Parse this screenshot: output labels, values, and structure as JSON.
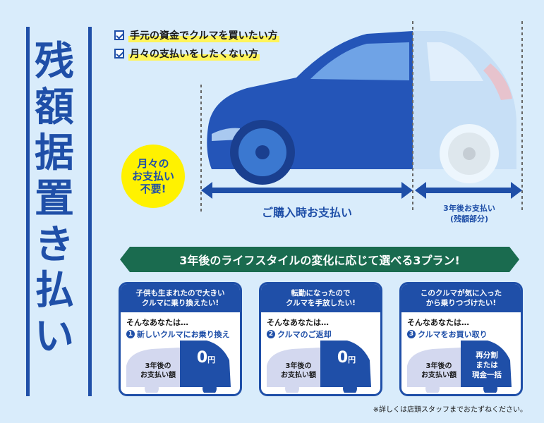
{
  "title": [
    "残",
    "額",
    "据",
    "置",
    "き",
    "払",
    "い"
  ],
  "checks": [
    "手元の資金でクルマを買いたい方",
    "月々の支払いをしたくない方"
  ],
  "badge": [
    "月々の",
    "お支払い",
    "不要!"
  ],
  "label_main": "ご購入時お支払い",
  "label_residual": [
    "3年後お支払い",
    "(残額部分)"
  ],
  "banner": "3年後のライフスタイルの変化に応じて選べる3プラン!",
  "plans": [
    {
      "head": [
        "子供も生まれたので大きい",
        "クルマに乗り換えたい!"
      ],
      "who": "そんなあなたは…",
      "num": "1",
      "option": "新しいクルマにお乗り換え",
      "amount_label": [
        "3年後の",
        "お支払い額"
      ],
      "amount": "0",
      "unit": "円"
    },
    {
      "head": [
        "転勤になったので",
        "クルマを手放したい!"
      ],
      "who": "そんなあなたは…",
      "num": "2",
      "option": "クルマのご返却",
      "amount_label": [
        "3年後の",
        "お支払い額"
      ],
      "amount": "0",
      "unit": "円"
    },
    {
      "head": [
        "このクルマが気に入った",
        "から乗りつづけたい!"
      ],
      "who": "そんなあなたは…",
      "num": "3",
      "option": "クルマをお買い取り",
      "amount_label": [
        "3年後の",
        "お支払い額"
      ],
      "amount_lines": [
        "再分割",
        "または",
        "現金一括"
      ]
    }
  ],
  "footnote": "※詳しくは店頭スタッフまでおたずねください。",
  "colors": {
    "background": "#d9ecfb",
    "brand_blue": "#1f4fa8",
    "banner_green": "#1a6b4f",
    "badge_yellow": "#fff200"
  }
}
